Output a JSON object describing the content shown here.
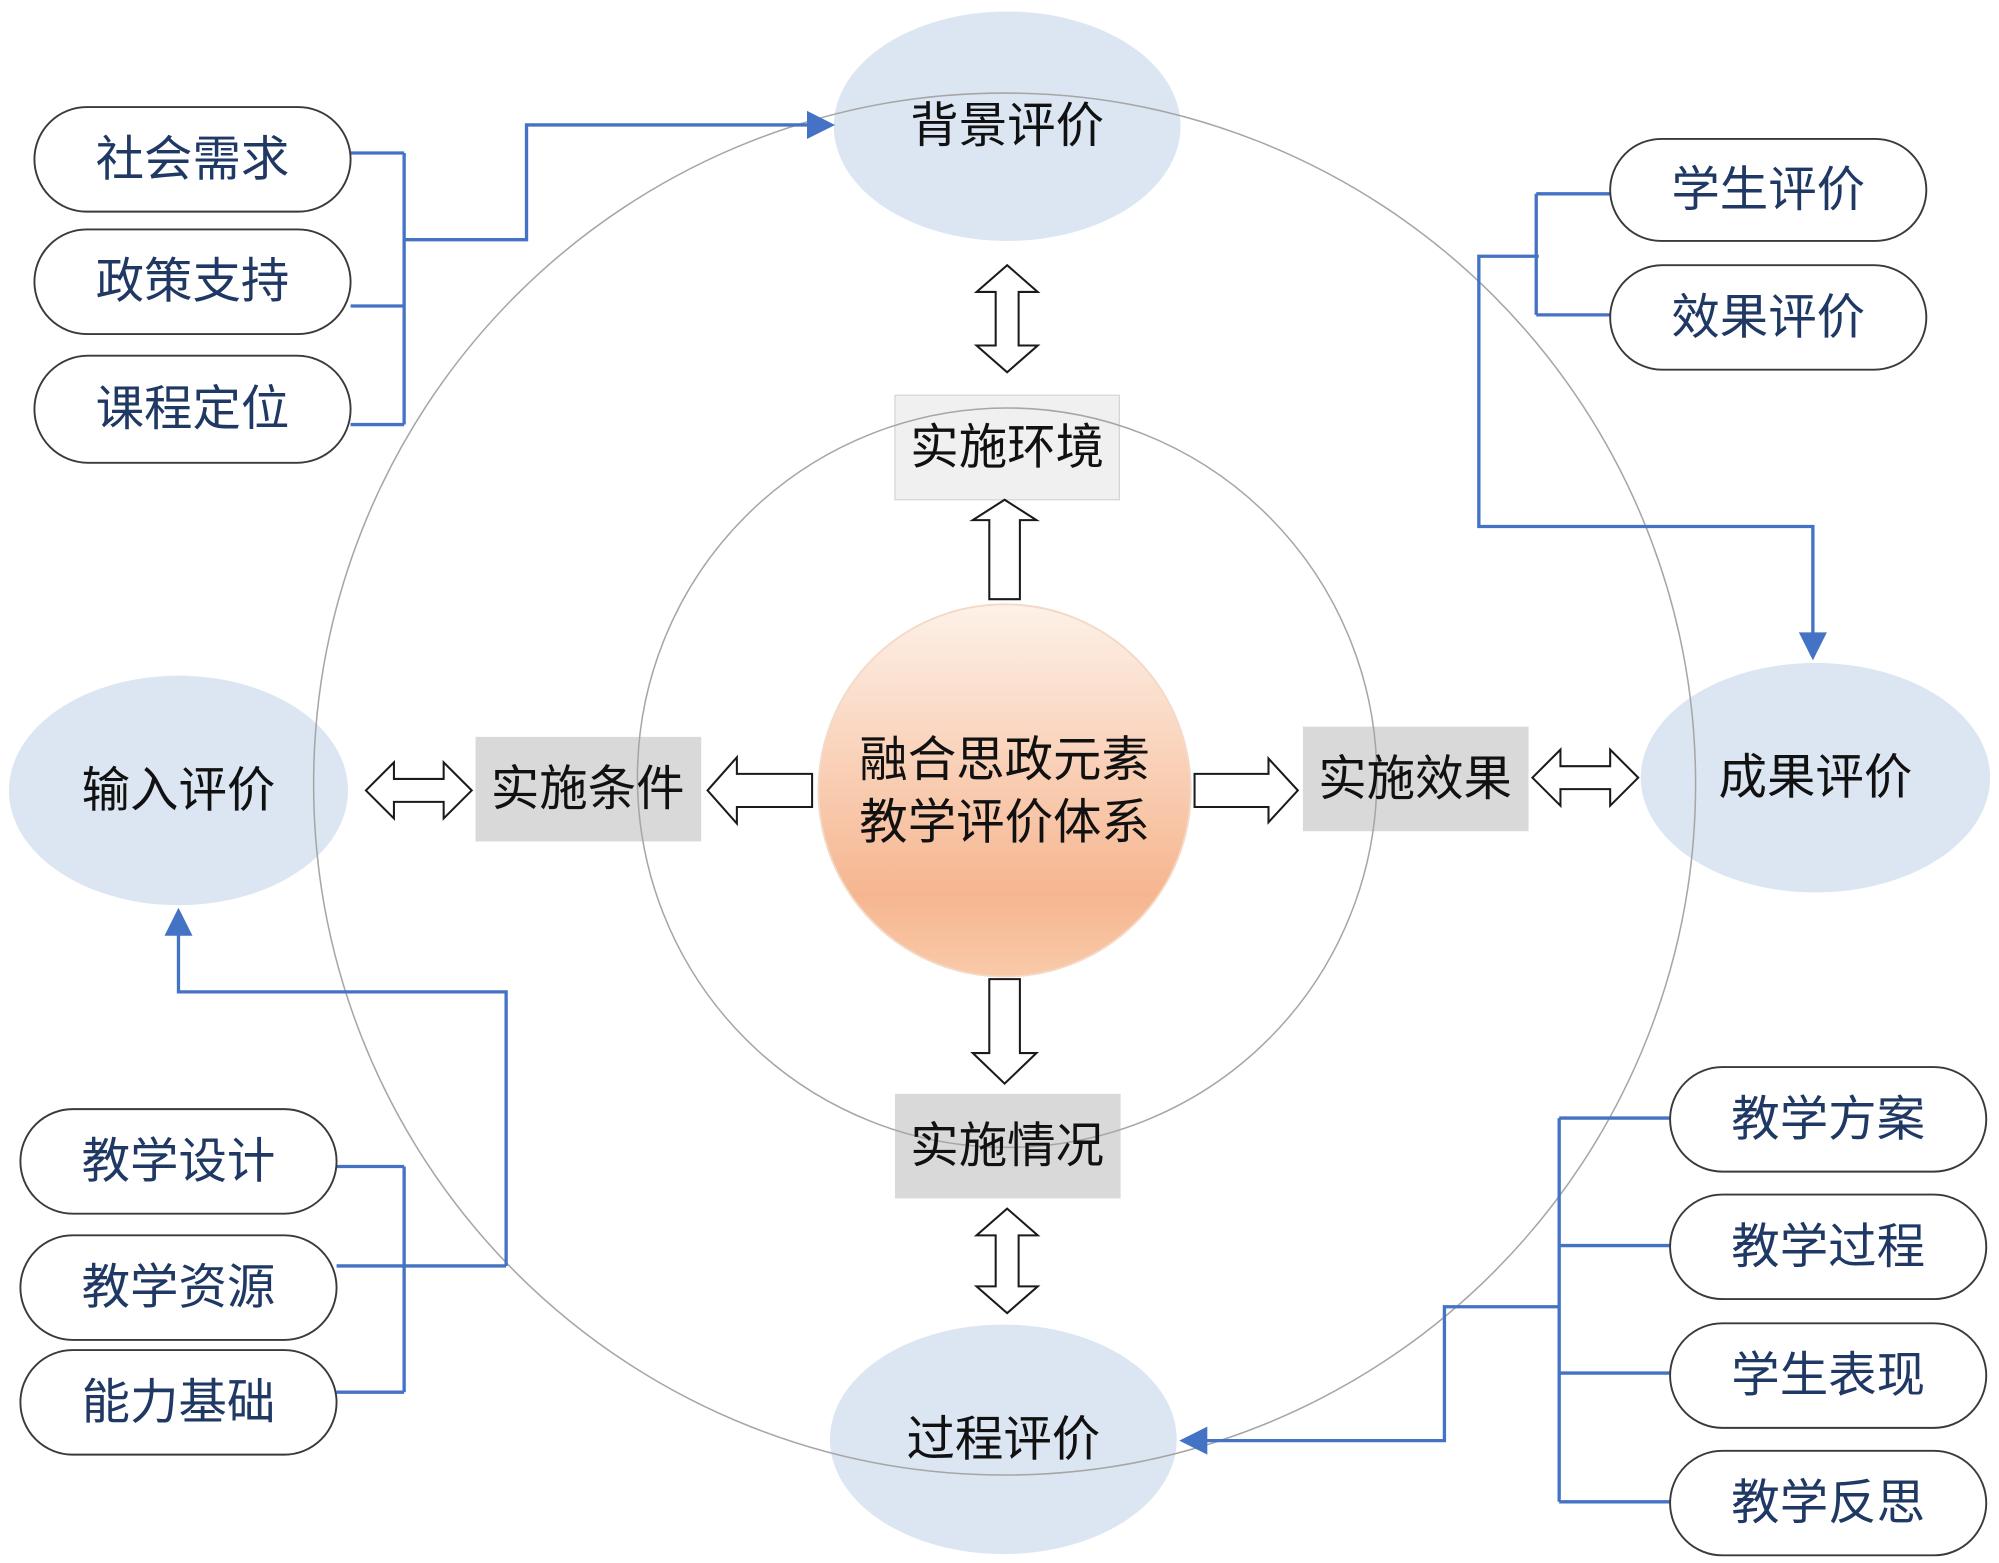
{
  "center": {
    "line1": "融合思政元素",
    "line2": "教学评价体系"
  },
  "evaluations": {
    "background": "背景评价",
    "input": "输入评价",
    "outcome": "成果评价",
    "process": "过程评价"
  },
  "implementation": {
    "environment": "实施环境",
    "conditions": "实施条件",
    "effects": "实施效果",
    "situation": "实施情况"
  },
  "groups": {
    "background_factors": [
      "社会需求",
      "政策支持",
      "课程定位"
    ],
    "outcome_factors": [
      "学生评价",
      "效果评价"
    ],
    "input_factors": [
      "教学设计",
      "教学资源",
      "能力基础"
    ],
    "process_factors": [
      "教学方案",
      "教学过程",
      "学生表现",
      "教学反思"
    ]
  },
  "colors": {
    "connector": "#4472c4",
    "evaluation_fill": "#dce6f2",
    "box_fill": "#d9d9d9",
    "box_fill_light": "#f0f0f0",
    "ring_stroke": "#a6a6a6",
    "pill_text": "#1f3864",
    "center_top": "#fdf1e8",
    "center_mid": "#f6b690",
    "center_bottom": "#f9caa9"
  }
}
